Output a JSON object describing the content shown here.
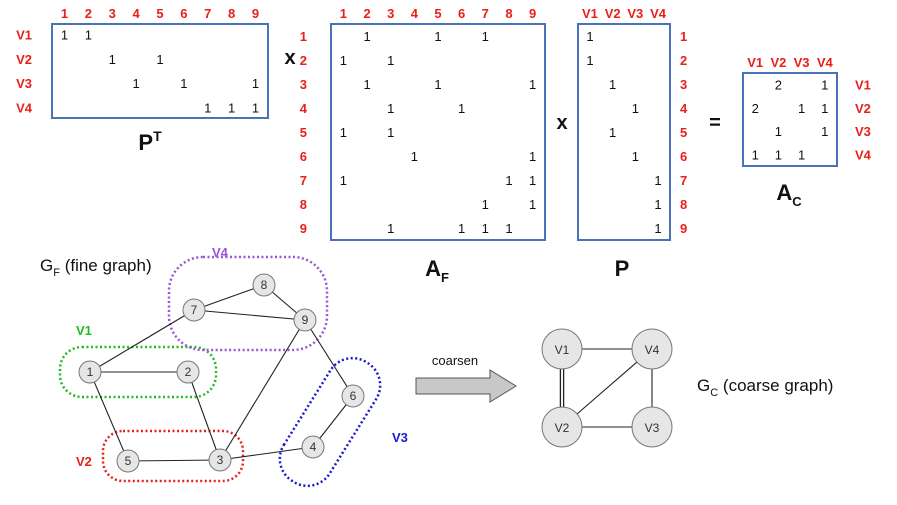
{
  "colors": {
    "matrix_border": "#4a72b8",
    "index_label": "#e8201a",
    "node_fill": "#e6e6e6",
    "node_stroke": "#777777",
    "v1": "#22bb22",
    "v2": "#e8201a",
    "v3": "#1a1acc",
    "v4": "#9b55d6",
    "arrow_fill": "#c8c8c8"
  },
  "operators": {
    "times1": "x",
    "times2": "x",
    "equals": "="
  },
  "matrices": {
    "pt": {
      "title": "P",
      "sup": "T",
      "col_labels": [
        "1",
        "2",
        "3",
        "4",
        "5",
        "6",
        "7",
        "8",
        "9"
      ],
      "row_labels": [
        "V1",
        "V2",
        "V3",
        "V4"
      ],
      "rows": [
        [
          "1",
          "1",
          "",
          "",
          "",
          "",
          "",
          "",
          ""
        ],
        [
          "",
          "",
          "1",
          "",
          "1",
          "",
          "",
          "",
          ""
        ],
        [
          "",
          "",
          "",
          "1",
          "",
          "1",
          "",
          "",
          "1"
        ],
        [
          "",
          "",
          "",
          "",
          "",
          "",
          "1",
          "1",
          "1"
        ]
      ]
    },
    "af": {
      "title": "A",
      "sub": "F",
      "col_labels": [
        "1",
        "2",
        "3",
        "4",
        "5",
        "6",
        "7",
        "8",
        "9"
      ],
      "row_labels": [
        "1",
        "2",
        "3",
        "4",
        "5",
        "6",
        "7",
        "8",
        "9"
      ],
      "rows": [
        [
          "",
          "1",
          "",
          "",
          "1",
          "",
          "1",
          "",
          ""
        ],
        [
          "1",
          "",
          "1",
          "",
          "",
          "",
          "",
          "",
          ""
        ],
        [
          "",
          "1",
          "",
          "",
          "1",
          "",
          "",
          "",
          "1"
        ],
        [
          "",
          "",
          "1",
          "",
          "",
          "1",
          "",
          "",
          ""
        ],
        [
          "1",
          "",
          "1",
          "",
          "",
          "",
          "",
          "",
          ""
        ],
        [
          "",
          "",
          "",
          "1",
          "",
          "",
          "",
          "",
          "1"
        ],
        [
          "1",
          "",
          "",
          "",
          "",
          "",
          "",
          "1",
          "1"
        ],
        [
          "",
          "",
          "",
          "",
          "",
          "",
          "1",
          "",
          "1"
        ],
        [
          "",
          "",
          "1",
          "",
          "",
          "1",
          "1",
          "1",
          ""
        ]
      ]
    },
    "p": {
      "title": "P",
      "col_labels": [
        "V1",
        "V2",
        "V3",
        "V4"
      ],
      "row_labels": [
        "1",
        "2",
        "3",
        "4",
        "5",
        "6",
        "7",
        "8",
        "9"
      ],
      "rows": [
        [
          "1",
          "",
          "",
          ""
        ],
        [
          "1",
          "",
          "",
          ""
        ],
        [
          "",
          "1",
          "",
          ""
        ],
        [
          "",
          "",
          "1",
          ""
        ],
        [
          "",
          "1",
          "",
          ""
        ],
        [
          "",
          "",
          "1",
          ""
        ],
        [
          "",
          "",
          "",
          "1"
        ],
        [
          "",
          "",
          "",
          "1"
        ],
        [
          "",
          "",
          "",
          "1"
        ]
      ]
    },
    "ac": {
      "title": "A",
      "sub": "C",
      "col_labels": [
        "V1",
        "V2",
        "V3",
        "V4"
      ],
      "row_labels": [
        "V1",
        "V2",
        "V3",
        "V4"
      ],
      "rows": [
        [
          "",
          "2",
          "",
          "1"
        ],
        [
          "2",
          "",
          "1",
          "1"
        ],
        [
          "",
          "1",
          "",
          "1"
        ],
        [
          "1",
          "1",
          "1",
          ""
        ]
      ]
    }
  },
  "fine_graph": {
    "title": "G",
    "title_sub": "F",
    "title_rest": " (fine graph)",
    "nodes": [
      "1",
      "2",
      "3",
      "4",
      "5",
      "6",
      "7",
      "8",
      "9"
    ],
    "edges": [
      [
        "1",
        "2"
      ],
      [
        "1",
        "5"
      ],
      [
        "1",
        "7"
      ],
      [
        "2",
        "3"
      ],
      [
        "3",
        "5"
      ],
      [
        "3",
        "4"
      ],
      [
        "3",
        "9"
      ],
      [
        "4",
        "6"
      ],
      [
        "6",
        "9"
      ],
      [
        "7",
        "8"
      ],
      [
        "7",
        "9"
      ],
      [
        "8",
        "9"
      ]
    ],
    "groups": [
      {
        "label": "V1",
        "color_key": "v1"
      },
      {
        "label": "V2",
        "color_key": "v2"
      },
      {
        "label": "V3",
        "color_key": "v3"
      },
      {
        "label": "V4",
        "color_key": "v4"
      }
    ]
  },
  "arrow": {
    "label": "coarsen"
  },
  "coarse_graph": {
    "title": "G",
    "title_sub": "C",
    "title_rest": " (coarse graph)",
    "nodes": [
      "V1",
      "V2",
      "V3",
      "V4"
    ],
    "edges": [
      {
        "a": "V1",
        "b": "V2",
        "weight": 2
      },
      {
        "a": "V1",
        "b": "V4",
        "weight": 1
      },
      {
        "a": "V2",
        "b": "V3",
        "weight": 1
      },
      {
        "a": "V2",
        "b": "V4",
        "weight": 1
      },
      {
        "a": "V3",
        "b": "V4",
        "weight": 1
      }
    ]
  }
}
